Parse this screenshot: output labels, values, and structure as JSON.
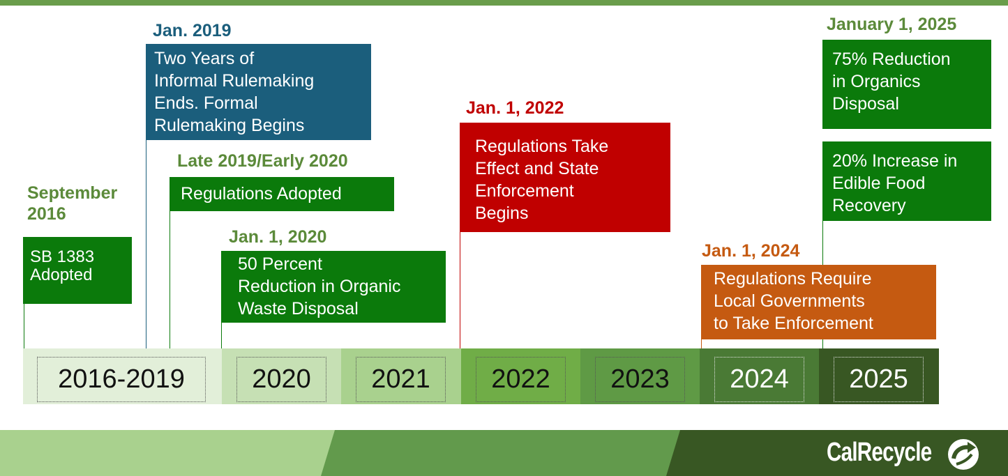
{
  "milestones": [
    {
      "date": "September\n2016",
      "text": "SB 1383\nAdopted"
    },
    {
      "date": "Jan. 2019",
      "text": "Two Years of\nInformal Rulemaking\nEnds. Formal\nRulemaking Begins"
    },
    {
      "date": "Late 2019/Early 2020",
      "text": "Regulations Adopted"
    },
    {
      "date": "Jan. 1, 2020",
      "text": "50 Percent\nReduction in Organic\nWaste Disposal"
    },
    {
      "date": "Jan. 1, 2022",
      "text": "Regulations Take\nEffect and State\nEnforcement\nBegins"
    },
    {
      "date": "Jan. 1, 2024",
      "text": "Regulations Require\nLocal Governments\nto Take Enforcement"
    },
    {
      "date": "January 1, 2025",
      "text": "75% Reduction\nin Organics\nDisposal"
    },
    {
      "text": "20% Increase in\nEdible Food\nRecovery"
    }
  ],
  "years": [
    "2016-2019",
    "2020",
    "2021",
    "2022",
    "2023",
    "2024",
    "2025"
  ],
  "logo": {
    "text": "CalRecycle",
    "icon": "recycle-arrow-icon"
  },
  "colors": {
    "green_box": "#0b7a0b",
    "blue_box": "#1b5e7c",
    "red_box": "#c00000",
    "orange_box": "#c55a11",
    "date_green": "#5b8a3a",
    "date_blue": "#1b5e7c",
    "date_red": "#c00000",
    "date_orange": "#c55a11"
  }
}
